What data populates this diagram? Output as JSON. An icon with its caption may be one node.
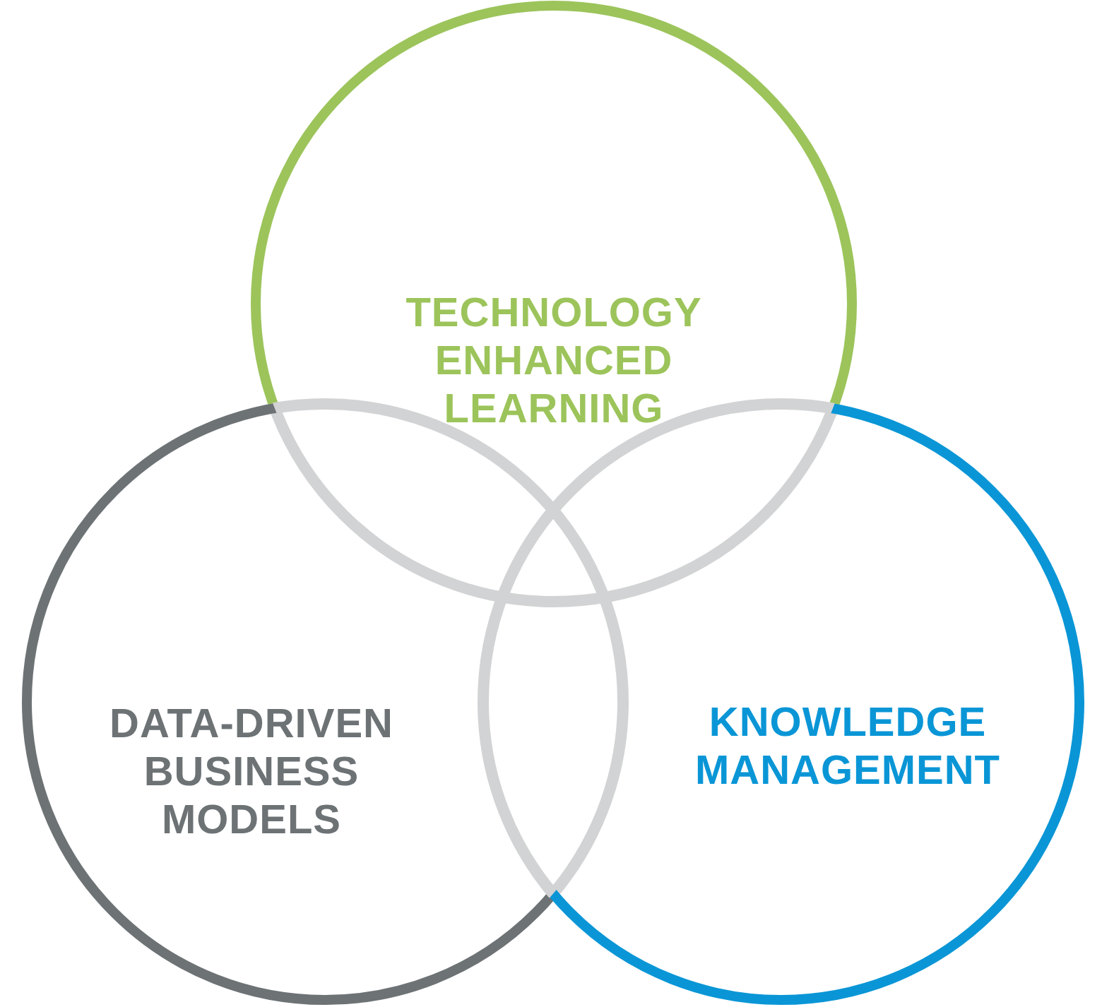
{
  "diagram": {
    "nodes": [
      {
        "text": [
          "TECHNOLOGY ENHANCED LEARNING"
        ]
      },
      {
        "text": [
          "DATA-DRIVEN BUSINESS MODELS"
        ]
      },
      {
        "text": [
          "KNOWLEDGE MANAGEMENT"
        ]
      }
    ]
  }
}
